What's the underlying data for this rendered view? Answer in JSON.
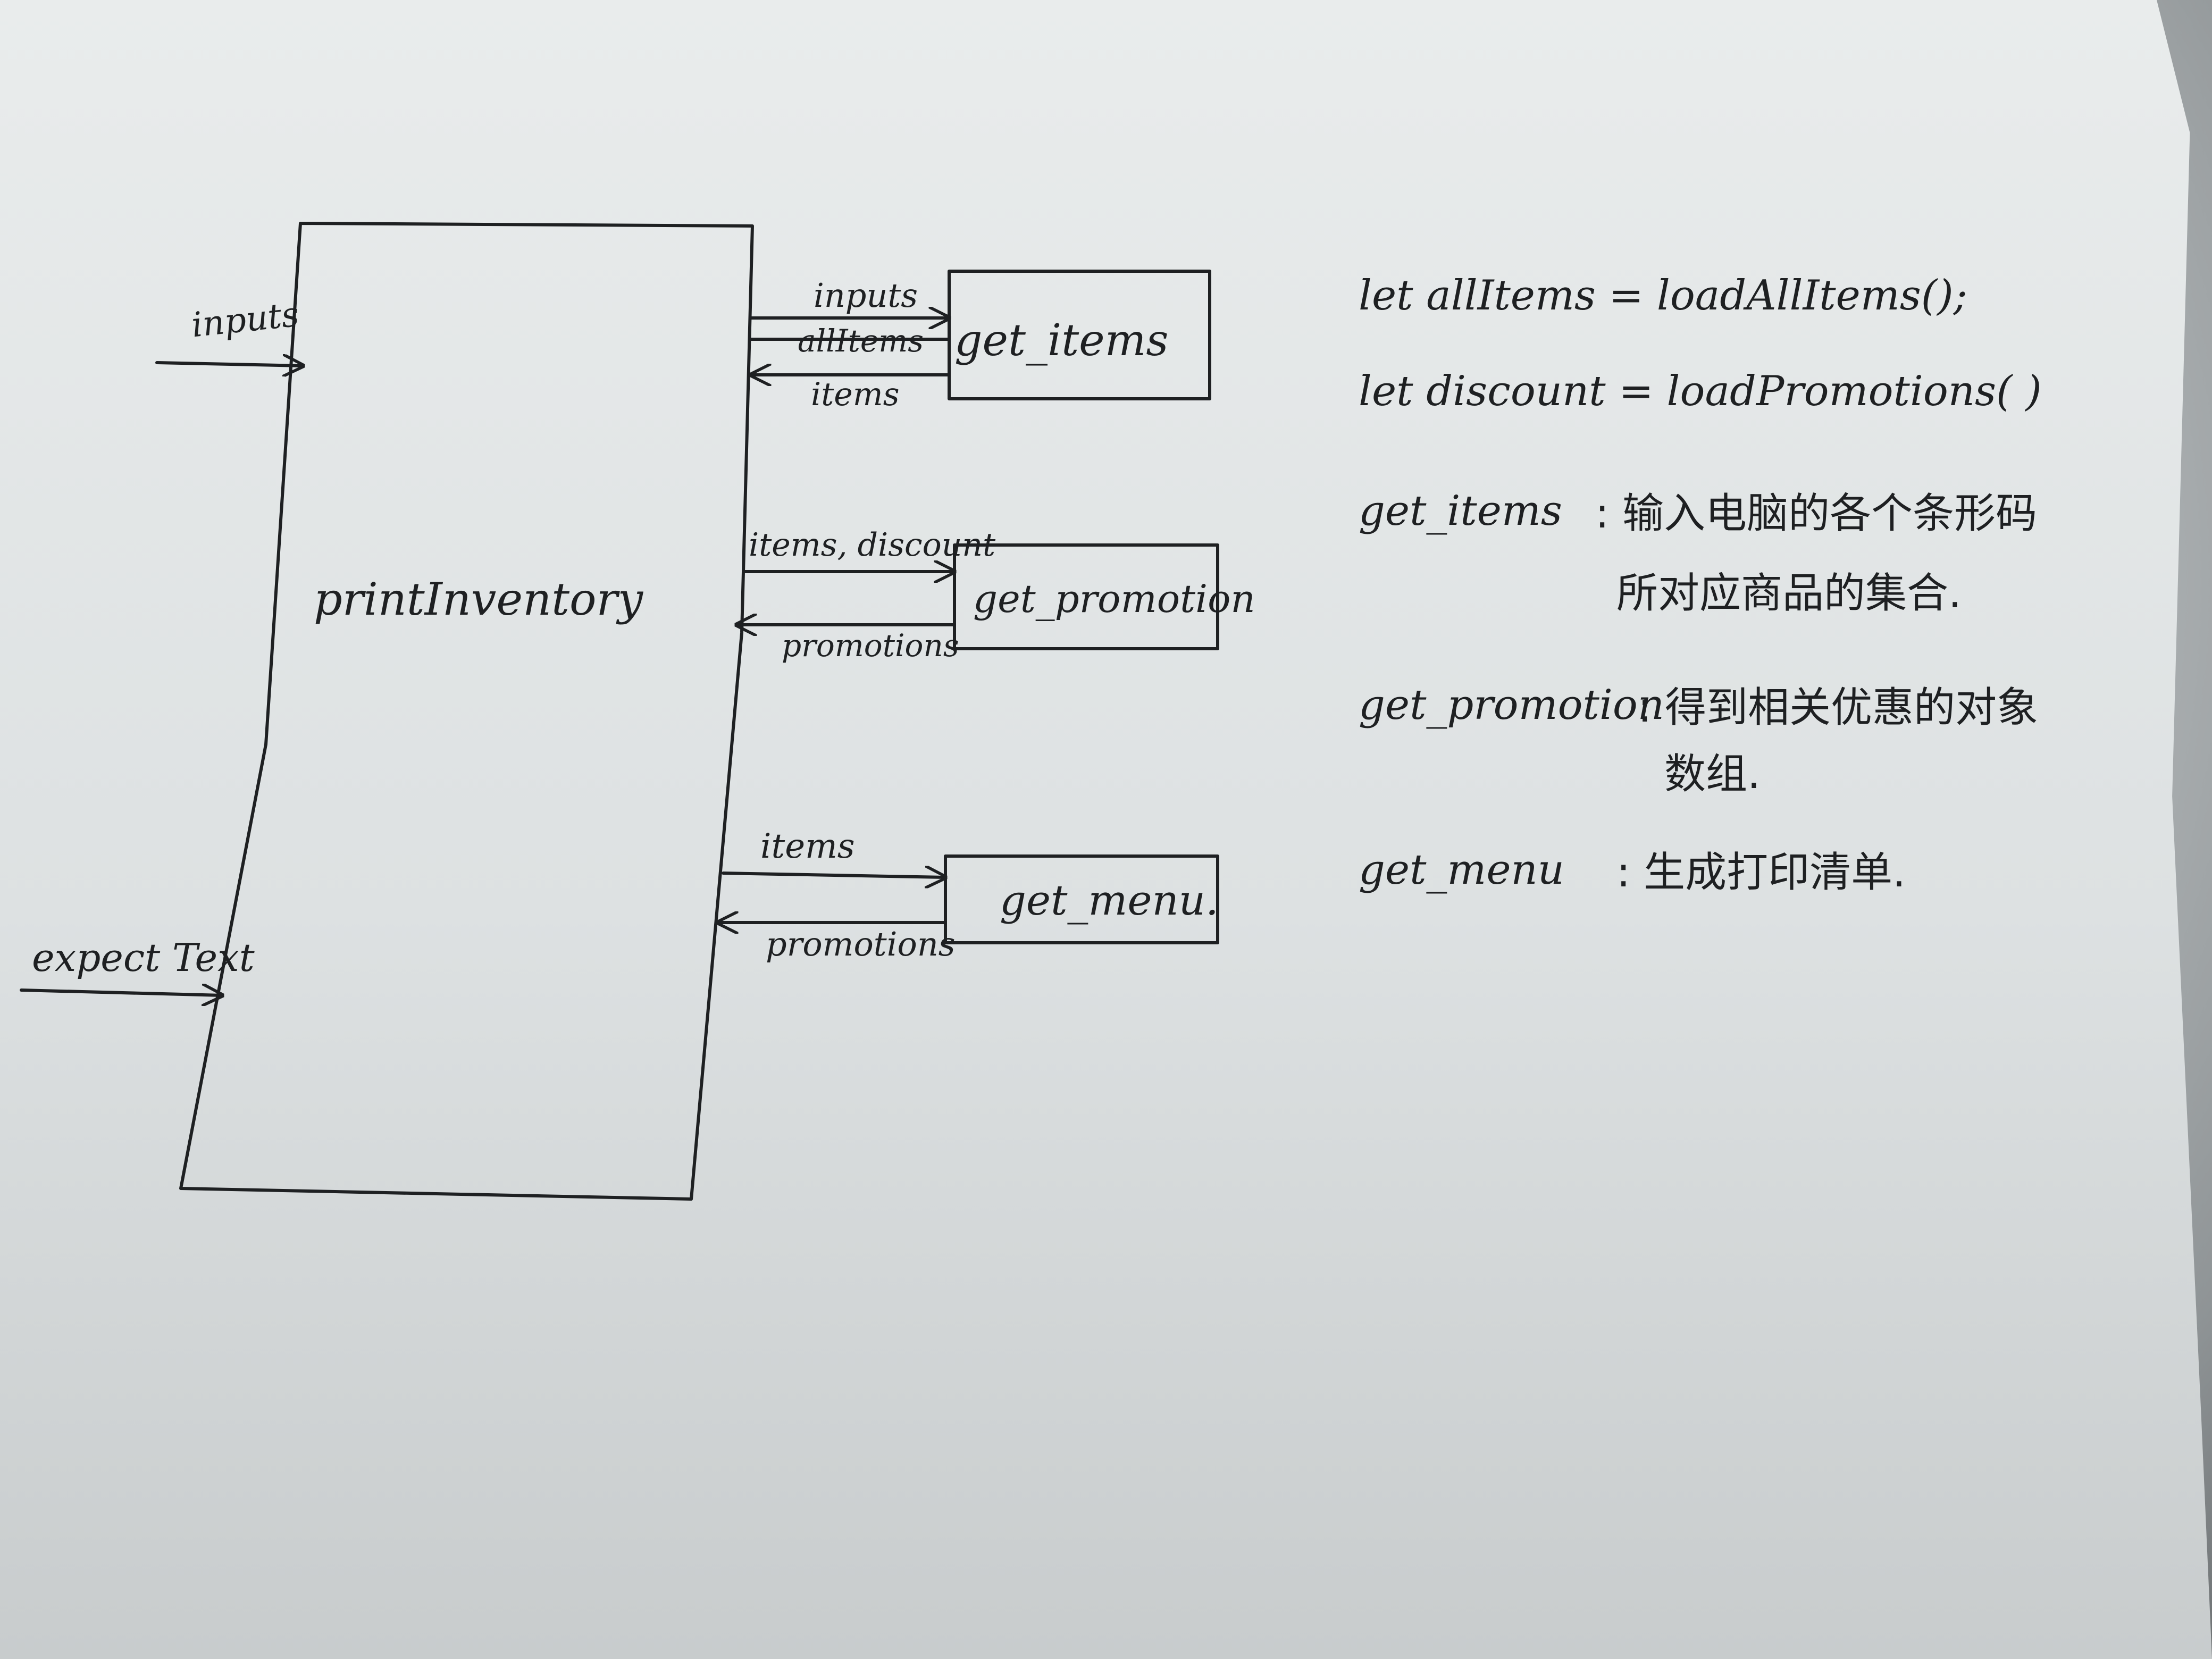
{
  "main_block": {
    "label": "printInventory"
  },
  "inputs_to_main": [
    "inputs",
    "expect Text"
  ],
  "modules": [
    {
      "name": "get_items",
      "in_labels": [
        "inputs",
        "allItems"
      ],
      "out_label": "items"
    },
    {
      "name": "get_promotion",
      "in_labels": [
        "items, discount"
      ],
      "out_label": "promotions"
    },
    {
      "name": "get_menu.",
      "in_labels": [
        "items"
      ],
      "out_label": "promotions"
    }
  ],
  "notes": {
    "line1": "let allItems = loadAllItems();",
    "line2": "let discount = loadPromotions( )",
    "get_items_key": "get_items",
    "get_items_desc_1": ": 输入电脑的各个条形码",
    "get_items_desc_2": "所对应商品的集合.",
    "get_promotion_key": "get_promotion",
    "get_promotion_desc_1": ": 得到相关优惠的对象",
    "get_promotion_desc_2": "数组.",
    "get_menu_key": "get_menu",
    "get_menu_desc": ": 生成打印清单."
  },
  "colors": {
    "ink": "#1e2022",
    "paper": "#e3e6e7"
  }
}
